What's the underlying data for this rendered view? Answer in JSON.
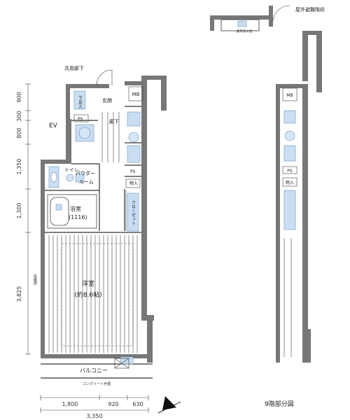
{
  "labels": {
    "fire_escape_stairs": "屋外避難階段",
    "fire_extinguisher_box": "屋内消火栓",
    "common_corridor": "共用廊下",
    "ev": "EV",
    "mb": "MB",
    "mb_right": "MB",
    "shoe_box": "下足入",
    "entrance": "玄関",
    "hallway": "廊下",
    "ps1": "PS",
    "ps2": "PS",
    "ps_right": "PS",
    "toilet": "トイレ",
    "powder_room_1": "パウダー",
    "powder_room_2": "ルーム",
    "bath": "浴室",
    "bath_size": "(1116)",
    "storage": "物入",
    "storage_right": "物入",
    "closet": "クローゼット",
    "washitsu": "洋室",
    "washitsu_size": "(約8.6帖)",
    "balcony": "バルコニー",
    "concrete_railing": "コンクリート手摺",
    "floor_heating": "床暖房",
    "ninth_floor_note": "9階部分図"
  },
  "dims_vertical": [
    "900",
    "300",
    "800",
    "1,350",
    "1,300",
    "3,825"
  ],
  "dims_horizontal": [
    "1,800",
    "920",
    "630"
  ],
  "dim_total": "3,350",
  "colors": {
    "wall": "#777777",
    "fixture_fill": "#c9def2",
    "fixture_stroke": "#6f95bd"
  },
  "icons": [
    "compass-icon",
    "door-swing-icon",
    "washbasin-icon",
    "toilet-icon",
    "bathtub-icon"
  ]
}
